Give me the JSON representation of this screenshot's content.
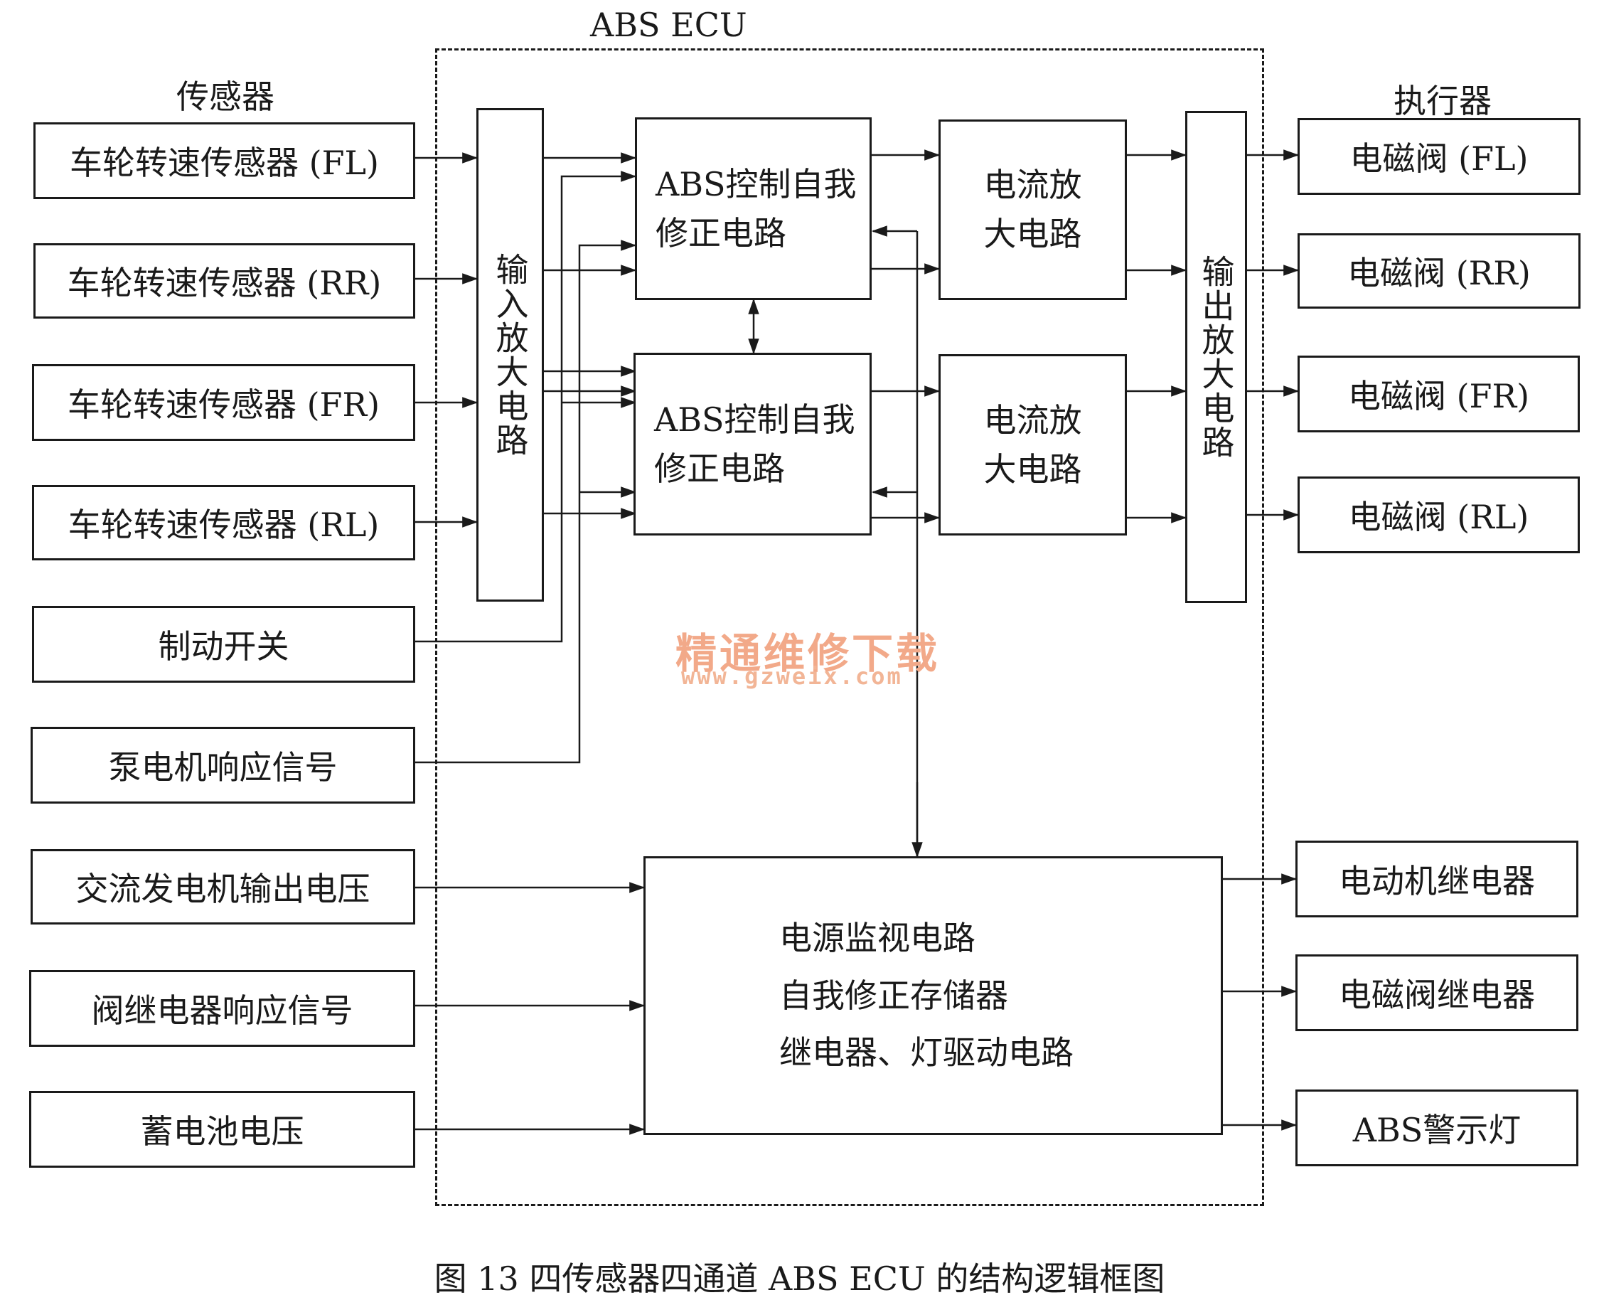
{
  "ecu": {
    "title": "ABS ECU"
  },
  "headers": {
    "sensors": "传感器",
    "actuators": "执行器"
  },
  "inputs": [
    "车轮转速传感器 (FL)",
    "车轮转速传感器 (RR)",
    "车轮转速传感器 (FR)",
    "车轮转速传感器 (RL)",
    "制动开关",
    "泵电机响应信号",
    "交流发电机输出电压",
    "阀继电器响应信号",
    "蓄电池电压"
  ],
  "input_amp": "输入放大电路",
  "output_amp": "输出放大电路",
  "control": [
    {
      "line1": "ABS控制自我",
      "line2": "修正电路"
    },
    {
      "line1": "ABS控制自我",
      "line2": "修正电路"
    }
  ],
  "current_amp": [
    {
      "line1": "电流放",
      "line2": "大电路"
    },
    {
      "line1": "电流放",
      "line2": "大电路"
    }
  ],
  "monitor": {
    "line1": "电源监视电路",
    "line2": "自我修正存储器",
    "line3": "继电器、灯驱动电路"
  },
  "outputs": [
    "电磁阀 (FL)",
    "电磁阀 (RR)",
    "电磁阀 (FR)",
    "电磁阀 (RL)",
    "电动机继电器",
    "电磁阀继电器",
    "ABS警示灯"
  ],
  "watermark": {
    "text": "精通维修下载",
    "url": "www.gzweix.com"
  },
  "caption": "图 13    四传感器四通道 ABS ECU 的结构逻辑框图",
  "colors": {
    "line": "#1a1a1a",
    "watermark": "#f2a989"
  }
}
